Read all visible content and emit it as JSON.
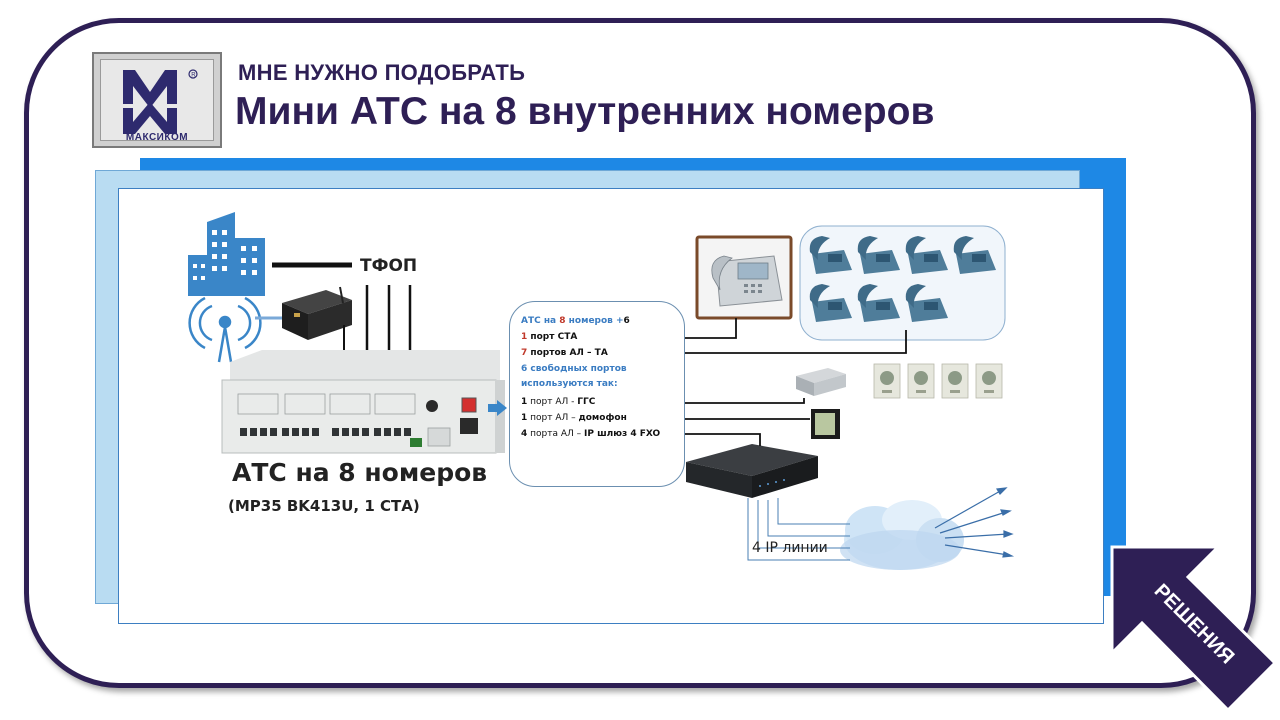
{
  "header": {
    "logo_name": "МАКСИКОМ",
    "subtitle": "МНЕ НУЖНО ПОДОБРАТЬ",
    "title": "Мини АТС на 8 внутренних номеров"
  },
  "diagram": {
    "pstn_label": "ТФОП",
    "atc_label": "АТС на 8 номеров",
    "atc_model": "(MP35 BK413U, 1 СТА)",
    "info": {
      "line1_pre": "АТС на ",
      "line1_num": "8",
      "line1_post": " номеров +",
      "line1_extra": "6",
      "line2_num": "1",
      "line2_text": " порт СТА",
      "line3_num": "7",
      "line3_text": " портов АЛ – ТА",
      "line4": "6 свободных портов",
      "line5": "используются так:",
      "line6_num": "1",
      "line6_text": " порт АЛ -  ",
      "line6_bold": "ГГС",
      "line7_num": "1",
      "line7_text": " порт АЛ – ",
      "line7_bold": "домофон",
      "line8_num": "4",
      "line8_text": " порта АЛ – ",
      "line8_bold": "IP шлюз 4 FXO"
    },
    "ip_lines_label": "4 IP линии"
  },
  "badge": {
    "label": "РЕШЕНИЯ"
  },
  "colors": {
    "brand": "#2e1f55",
    "accent_blue": "#1e88e5",
    "light_blue": "#b9dcf2",
    "highlight_red": "#c0392b",
    "info_blue": "#3a7cc2"
  }
}
